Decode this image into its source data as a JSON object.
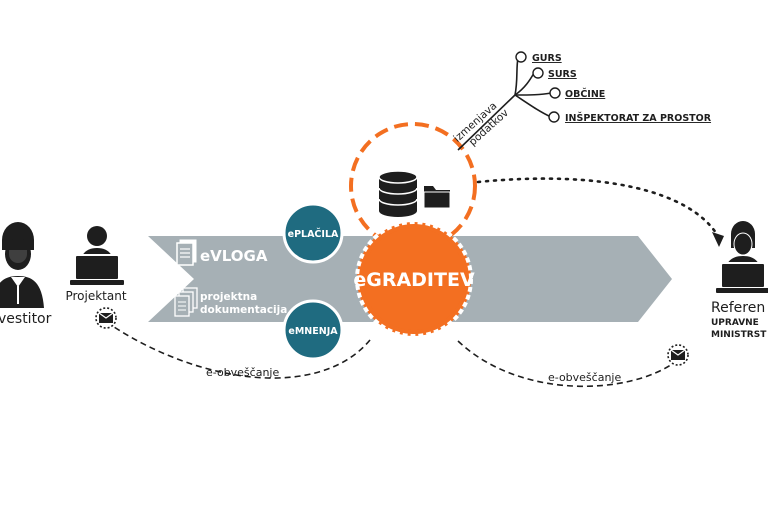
{
  "center": {
    "label": "eGRADITEV"
  },
  "badges": {
    "top": "ePLAČILA",
    "bottom": "eMNENJA"
  },
  "arrow": {
    "doc1": "eVLOGA",
    "doc2_line1": "projektna",
    "doc2_line2": "dokumentacija"
  },
  "people": {
    "investor": "vestitor",
    "designer": "Projektant",
    "referent": "Referen",
    "referent_sub1": "UPRAVNE",
    "referent_sub2": "MINISTRST"
  },
  "notifications": {
    "left": "e-obveščanje",
    "right": "e-obveščanje"
  },
  "data_exchange": {
    "line1": "izmenjava",
    "line2": "podatkov",
    "targets": [
      "GURS",
      "SURS",
      "OBČINE",
      "INŠPEKTORAT ZA PROSTOR"
    ]
  },
  "colors": {
    "orange": "#f36f21",
    "teal": "#1f6b80",
    "gray": "#a6b0b5",
    "dark": "#1e1e1e"
  },
  "icons": [
    "database-icon",
    "folder-icon",
    "document-icon",
    "envelope-icon",
    "person-icon",
    "laptop-icon"
  ]
}
